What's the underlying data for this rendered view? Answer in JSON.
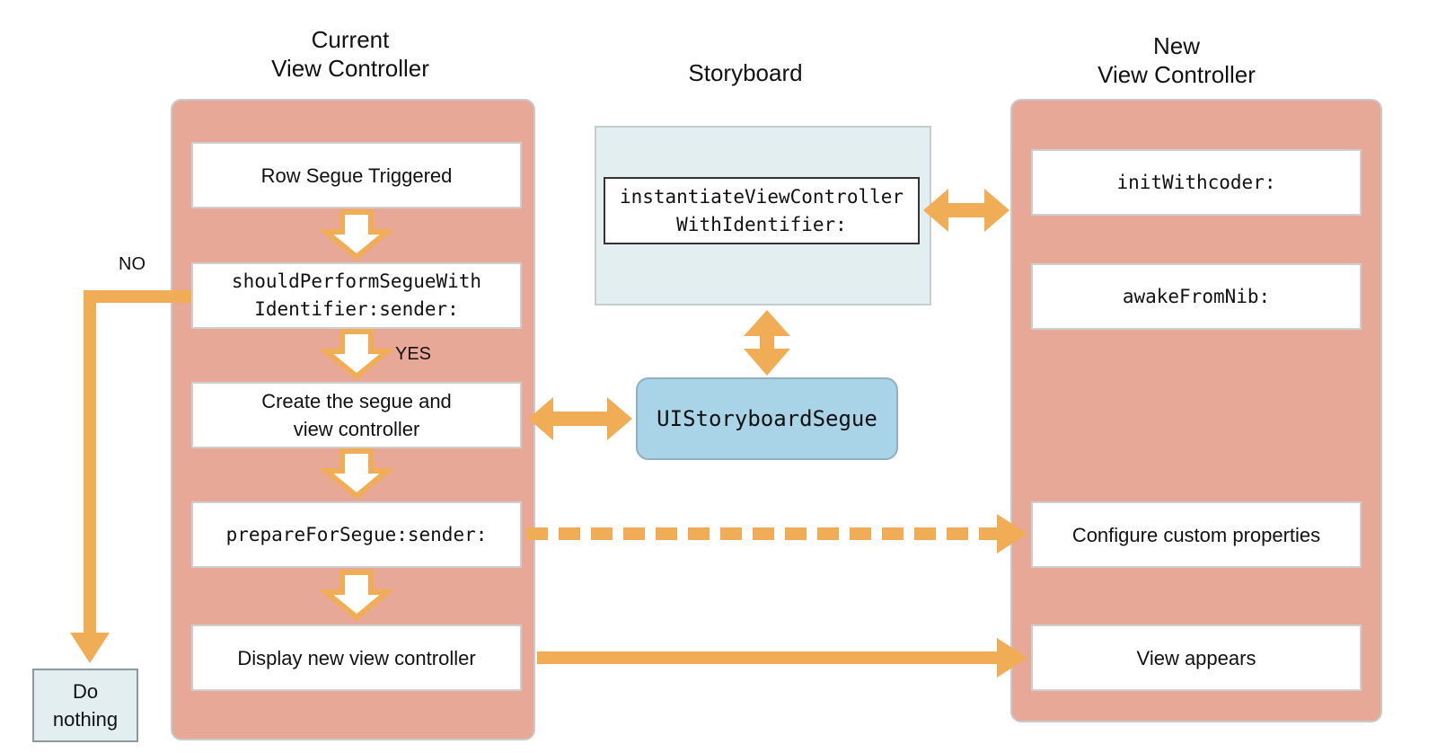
{
  "headings": {
    "current": [
      "Current",
      "View Controller"
    ],
    "storyboard": "Storyboard",
    "new": [
      "New",
      "View Controller"
    ]
  },
  "current_vc": {
    "row_segue": "Row Segue Triggered",
    "should_perform": [
      "shouldPerformSegueWith",
      "Identifier:sender:"
    ],
    "create_segue": [
      "Create the segue and",
      "view controller"
    ],
    "prepare": "prepareForSegue:sender:",
    "display": "Display new view controller"
  },
  "storyboard": {
    "instantiate": [
      "instantiateViewController",
      "WithIdentifier:"
    ],
    "segue_class": "UIStoryboardSegue"
  },
  "new_vc": {
    "init": "initWithcoder:",
    "awake": "awakeFromNib:",
    "configure": "Configure custom properties",
    "appears": "View appears"
  },
  "labels": {
    "no": "NO",
    "yes": "YES"
  },
  "do_nothing": [
    "Do",
    "nothing"
  ],
  "colors": {
    "panel": "#e8a898",
    "arrow": "#f0ad55",
    "storyboard_bg": "#e3eef0",
    "segue_box": "#a9d3e6"
  }
}
